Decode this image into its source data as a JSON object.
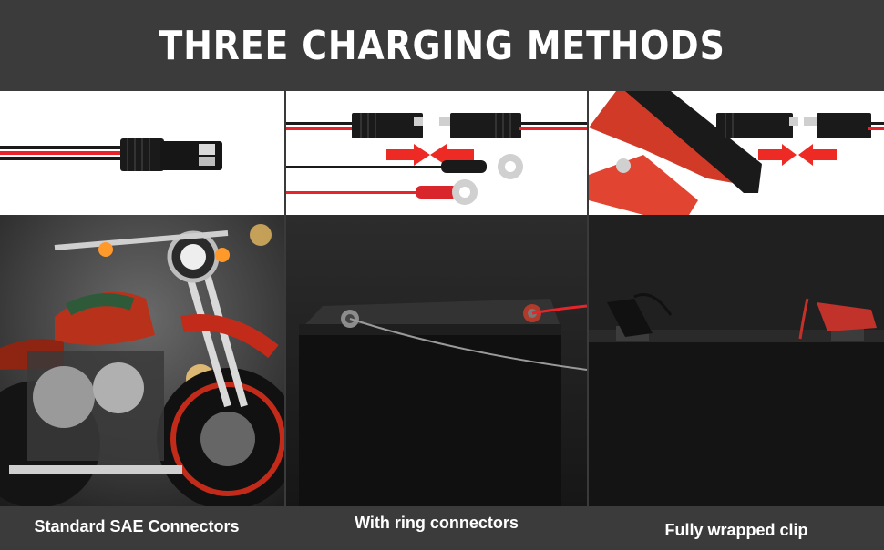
{
  "title": "THREE CHARGING METHODS",
  "panels": [
    {
      "caption": "Standard SAE Connectors",
      "icon": "sae-connector-icon",
      "photo": "motorcycle-photo"
    },
    {
      "caption": "With ring connectors",
      "icon": "ring-terminal-icon",
      "photo": "battery-ring-photo"
    },
    {
      "caption": "Fully wrapped clip",
      "icon": "alligator-clip-icon",
      "photo": "battery-clip-photo"
    }
  ],
  "colors": {
    "header_bg": "#3b3b3b",
    "wire_red": "#e8232a",
    "arrow_red": "#ee2a24",
    "wire_black": "#1a1a1a"
  }
}
